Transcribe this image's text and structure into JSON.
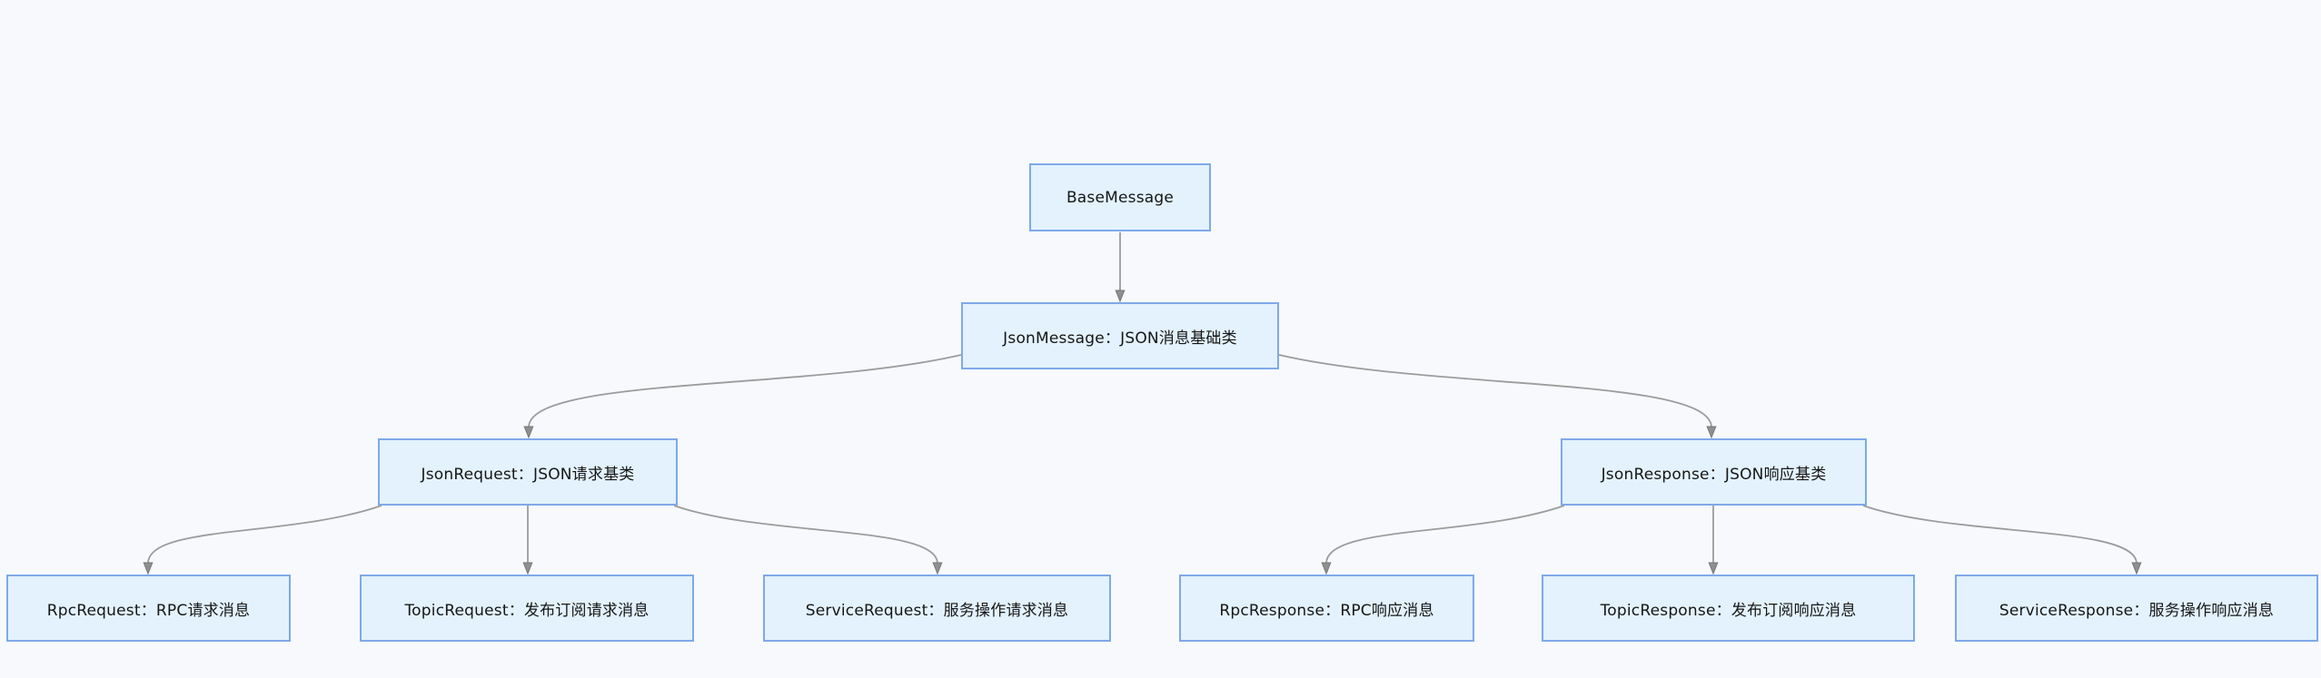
{
  "diagram": {
    "type": "flowchart",
    "direction": "top-down",
    "colors": {
      "background": "#f7f9fc",
      "node_fill": "#e3f2fd",
      "node_border": "#7fa9ea",
      "edge": "#9c9c9c",
      "arrow": "#8f8f8f",
      "text": "#161616"
    },
    "nodes": {
      "base": {
        "label": "BaseMessage"
      },
      "json_message": {
        "label": "JsonMessage：JSON消息基础类"
      },
      "json_request": {
        "label": "JsonRequest：JSON请求基类"
      },
      "json_response": {
        "label": "JsonResponse：JSON响应基类"
      },
      "rpc_request": {
        "label": "RpcRequest：RPC请求消息"
      },
      "topic_request": {
        "label": "TopicRequest：发布订阅请求消息"
      },
      "service_request": {
        "label": "ServiceRequest：服务操作请求消息"
      },
      "rpc_response": {
        "label": "RpcResponse：RPC响应消息"
      },
      "topic_response": {
        "label": "TopicResponse：发布订阅响应消息"
      },
      "service_response": {
        "label": "ServiceResponse：服务操作响应消息"
      }
    },
    "edges": [
      {
        "from": "BaseMessage",
        "to": "JsonMessage"
      },
      {
        "from": "JsonMessage",
        "to": "JsonRequest"
      },
      {
        "from": "JsonMessage",
        "to": "JsonResponse"
      },
      {
        "from": "JsonRequest",
        "to": "RpcRequest"
      },
      {
        "from": "JsonRequest",
        "to": "TopicRequest"
      },
      {
        "from": "JsonRequest",
        "to": "ServiceRequest"
      },
      {
        "from": "JsonResponse",
        "to": "RpcResponse"
      },
      {
        "from": "JsonResponse",
        "to": "TopicResponse"
      },
      {
        "from": "JsonResponse",
        "to": "ServiceResponse"
      }
    ]
  }
}
